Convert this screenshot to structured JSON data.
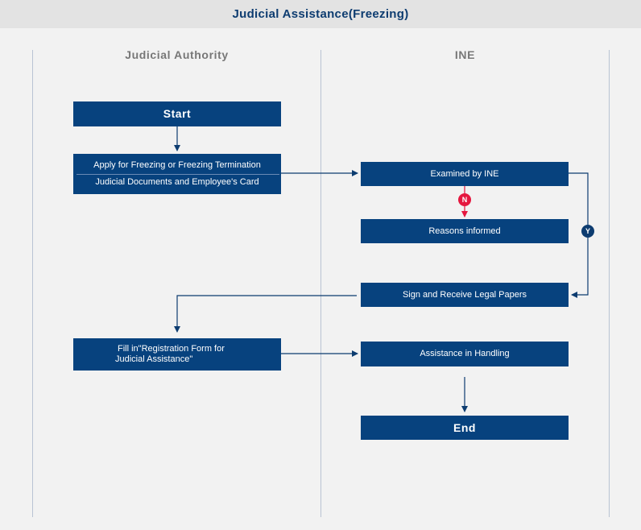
{
  "title": "Judicial Assistance(Freezing)",
  "lanes": {
    "left": "Judicial Authority",
    "right": "INE"
  },
  "steps": {
    "start": "Start",
    "apply_line1": "Apply for Freezing or Freezing Termination",
    "apply_line2": "Judicial Documents and Employee's Card",
    "examined": "Examined by INE",
    "reasons": "Reasons informed",
    "sign": "Sign and Receive Legal Papers",
    "fill_line1": "Fill in\"Registration Form for",
    "fill_line2": "Judicial Assistance\"",
    "handling": "Assistance in Handling",
    "end": "End"
  },
  "decisions": {
    "no": "N",
    "yes": "Y"
  },
  "colors": {
    "box": "#07427e",
    "arrow": "#0d3c70",
    "no_branch": "#e5173f",
    "yes_badge": "#0d3c70"
  }
}
